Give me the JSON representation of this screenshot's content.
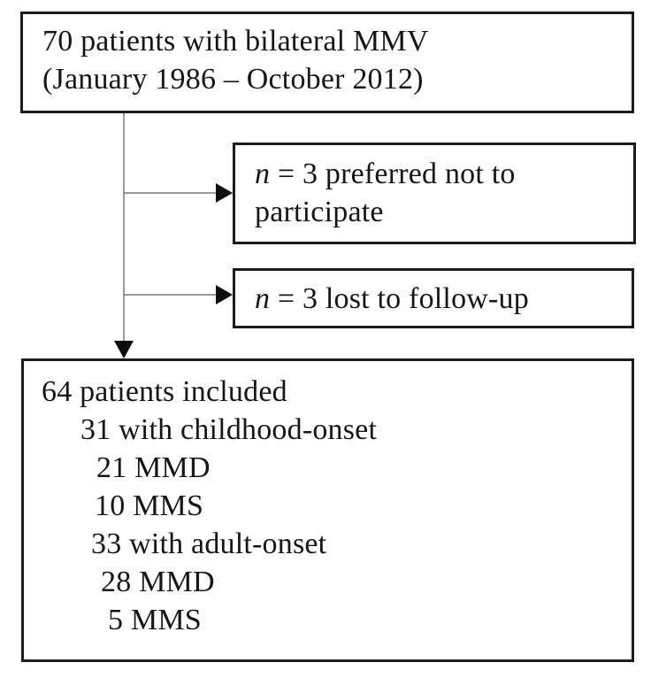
{
  "colors": {
    "background": "#ffffff",
    "border": "#1b1b1b",
    "text": "#161616",
    "connector": "#787878",
    "arrow": "#0e0e0e"
  },
  "flowchart": {
    "enrollment_box": {
      "line1": "70 patients with bilateral MMV",
      "line2": "(January 1986 – October 2012)"
    },
    "exclusion_boxes": [
      {
        "variable": "n",
        "text": "= 3 preferred not to participate"
      },
      {
        "variable": "n",
        "text": "= 3 lost to follow-up"
      }
    ],
    "included_box": {
      "lines": [
        {
          "text": "64 patients included",
          "indent": 0
        },
        {
          "text": "31 with childhood-onset",
          "indent": 1
        },
        {
          "text": "21 MMD",
          "indent": 2
        },
        {
          "text": "10 MMS",
          "indent": 2
        },
        {
          "text": "33 with adult-onset",
          "indent": 1
        },
        {
          "text": "28 MMD",
          "indent": 2
        },
        {
          "text": "5 MMS",
          "indent": 2
        }
      ]
    }
  }
}
